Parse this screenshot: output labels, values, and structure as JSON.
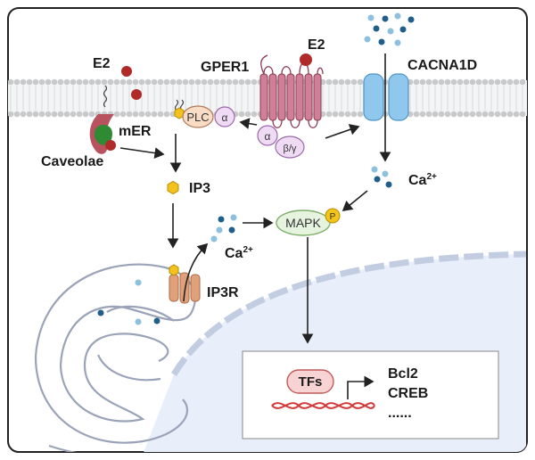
{
  "labels": {
    "e2_left": "E2",
    "e2_right": "E2",
    "gper1": "GPER1",
    "cacna1d": "CACNA1D",
    "mer": "mER",
    "caveolae": "Caveolae",
    "plc": "PLC",
    "alpha": "α",
    "beta_gamma": "β/γ",
    "ip3": "IP3",
    "ca_base": "Ca",
    "ca_sup": "2+",
    "mapk": "MAPK",
    "p": "P",
    "ip3r": "IP3R",
    "tfs": "TFs",
    "bcl2": "Bcl2",
    "creb": "CREB",
    "ellipsis": "......"
  },
  "colors": {
    "frame": "#222222",
    "membrane_head": "#c7c9cb",
    "membrane_tail": "#d9dadb",
    "e2_red": "#b02a2a",
    "gper_fill": "#cf7f97",
    "gper_stroke": "#8c3b54",
    "channel_fill": "#8fc8ec",
    "channel_stroke": "#4d94c4",
    "mer_green": "#2f8a34",
    "caveolae_red": "#b9525f",
    "plc_fill": "#f9dcc6",
    "alpha_fill": "#efdcf4",
    "alpha_stroke": "#9b6aa9",
    "ip3_yellow": "#f4c21c",
    "ca_dark": "#1f5f8a",
    "ca_light": "#8cc0dc",
    "mapk_fill": "#e6f3df",
    "mapk_stroke": "#7fb06a",
    "p_fill": "#f2c419",
    "nucleus_fill": "#e8eefa",
    "er_stroke": "#9aa3b8",
    "ip3r_fill": "#e0a07a",
    "tfs_fill": "#f7d3d3",
    "tfs_stroke": "#c05a5a",
    "dna_red": "#d23a3a"
  }
}
